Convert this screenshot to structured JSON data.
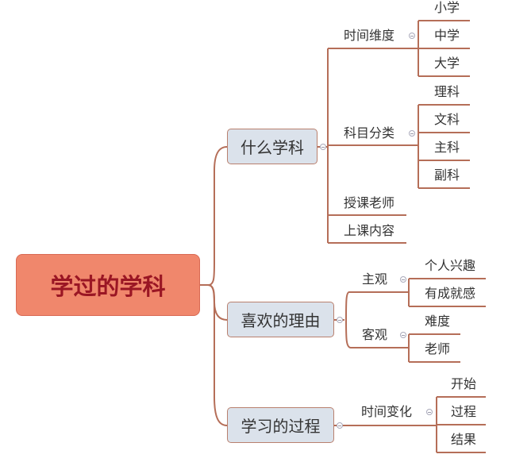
{
  "root": {
    "label": "学过的学科"
  },
  "branches": [
    {
      "label": "什么学科",
      "children": [
        {
          "label": "时间维度",
          "children": [
            "小学",
            "中学",
            "大学"
          ]
        },
        {
          "label": "科目分类",
          "children": [
            "理科",
            "文科",
            "主科",
            "副科"
          ]
        },
        {
          "label": "授课老师"
        },
        {
          "label": "上课内容"
        }
      ]
    },
    {
      "label": "喜欢的理由",
      "children": [
        {
          "label": "主观",
          "children": [
            "个人兴趣",
            "有成就感"
          ]
        },
        {
          "label": "客观",
          "children": [
            "难度",
            "老师"
          ]
        }
      ]
    },
    {
      "label": "学习的过程",
      "children": [
        {
          "label": "时间变化",
          "children": [
            "开始",
            "过程",
            "结果"
          ]
        }
      ]
    }
  ],
  "colors": {
    "line": "#b56e58",
    "root_fill": "#f0876c",
    "root_text": "#9a1624",
    "node_fill": "#dbe2eb"
  }
}
